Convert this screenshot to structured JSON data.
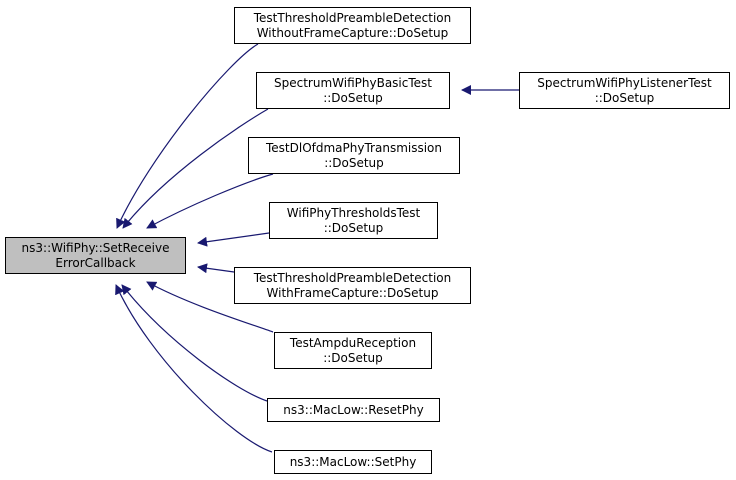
{
  "colors": {
    "edge": "#191970",
    "root_fill": "#bfbfbf",
    "node_fill": "#ffffff",
    "border": "#000000"
  },
  "root": {
    "line1": "ns3::WifiPhy::SetReceive",
    "line2": "ErrorCallback"
  },
  "callers": [
    {
      "line1": "TestThresholdPreambleDetection",
      "line2": "WithoutFrameCapture::DoSetup"
    },
    {
      "line1": "SpectrumWifiPhyBasicTest",
      "line2": "::DoSetup"
    },
    {
      "line1": "TestDlOfdmaPhyTransmission",
      "line2": "::DoSetup"
    },
    {
      "line1": "WifiPhyThresholdsTest",
      "line2": "::DoSetup"
    },
    {
      "line1": "TestThresholdPreambleDetection",
      "line2": "WithFrameCapture::DoSetup"
    },
    {
      "line1": "TestAmpduReception",
      "line2": "::DoSetup"
    },
    {
      "line1": "ns3::MacLow::ResetPhy",
      "line2": ""
    },
    {
      "line1": "ns3::MacLow::SetPhy",
      "line2": ""
    }
  ],
  "secondary_caller": {
    "line1": "SpectrumWifiPhyListenerTest",
    "line2": "::DoSetup"
  }
}
